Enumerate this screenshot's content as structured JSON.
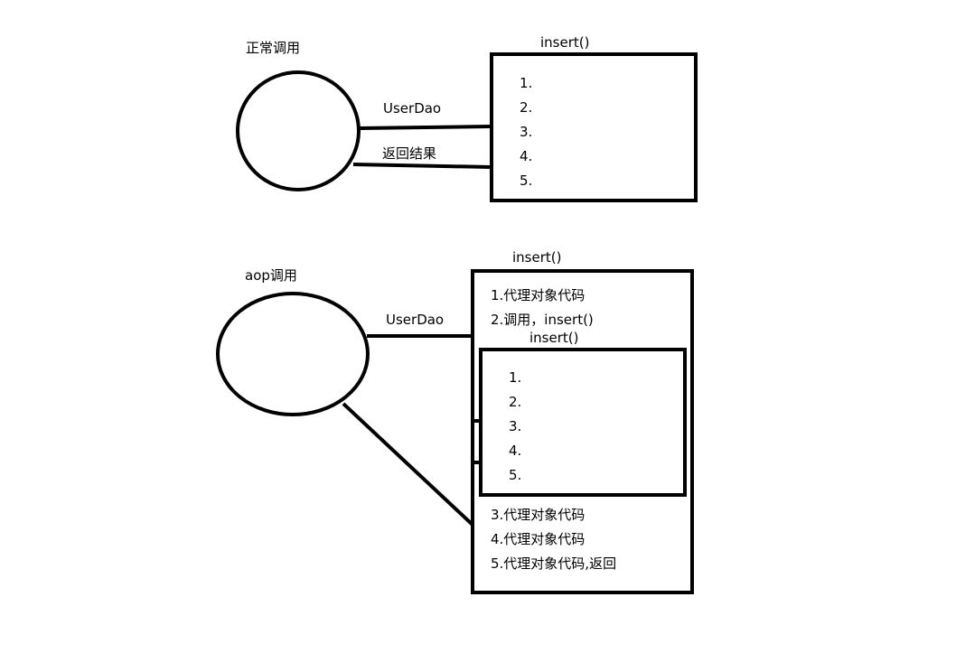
{
  "normal": {
    "title": "正常调用",
    "box_title": "insert()",
    "edge_request": "UserDao",
    "edge_return": "返回结果",
    "steps": [
      "1.",
      "2.",
      "3.",
      "4.",
      "5."
    ]
  },
  "aop": {
    "title": "aop调用",
    "outer_title": "insert()",
    "edge_request": "UserDao",
    "pre_steps": [
      "1.代理对象代码",
      "2.调用，insert()"
    ],
    "inner_title": "insert()",
    "inner_steps": [
      "1.",
      "2.",
      "3.",
      "4.",
      "5."
    ],
    "post_steps": [
      "3.代理对象代码",
      "4.代理对象代码",
      "5.代理对象代码,返回"
    ]
  }
}
